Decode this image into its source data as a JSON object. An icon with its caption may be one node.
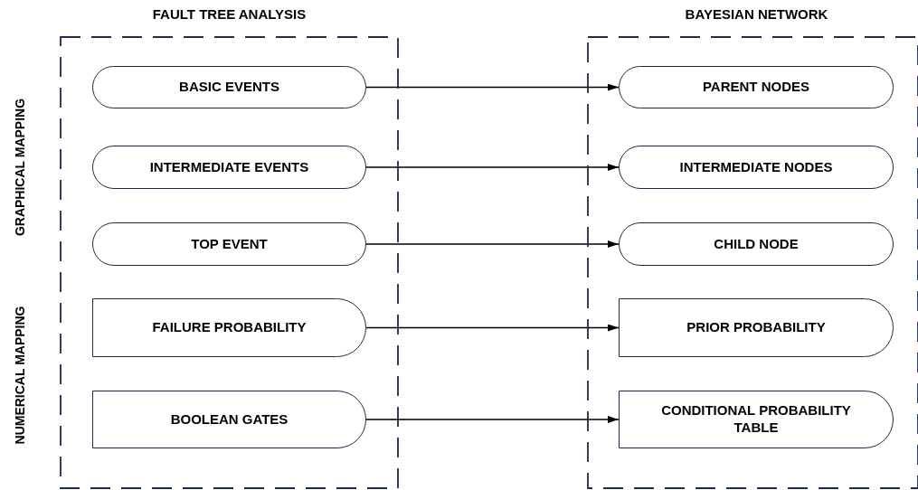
{
  "diagram": {
    "nodes": [
      {
        "text": [
          "FAULT TREE ANALYSIS"
        ]
      },
      {
        "text": [
          "BASIC EVENTS"
        ],
        "in": 0
      },
      {
        "text": [
          "INTERMEDIATE EVENTS"
        ],
        "in": 0
      },
      {
        "text": [
          "TOP EVENT"
        ],
        "in": 0
      },
      {
        "text": [
          "FAILURE PROBABILITY"
        ],
        "in": 0
      },
      {
        "text": [
          "BOOLEAN GATES"
        ],
        "in": 0
      },
      {
        "text": [
          "BAYESIAN NETWORK"
        ]
      },
      {
        "text": [
          "PARENT NODES"
        ],
        "in": 6
      },
      {
        "text": [
          "INTERMEDIATE NODES"
        ],
        "in": 6
      },
      {
        "text": [
          "CHILD NODE"
        ],
        "in": 6
      },
      {
        "text": [
          "PRIOR PROBABILITY"
        ],
        "in": 6
      },
      {
        "text": [
          "CONDITIONAL PROBABILITY TABLE"
        ],
        "in": 6
      }
    ],
    "edges": [
      {
        "from": 1,
        "to": 7,
        "arrow": "to"
      },
      {
        "from": 2,
        "to": 8,
        "arrow": "to"
      },
      {
        "from": 3,
        "to": 9,
        "arrow": "to"
      },
      {
        "from": 4,
        "to": 10,
        "arrow": "to"
      },
      {
        "from": 5,
        "to": 11,
        "arrow": "to"
      }
    ],
    "labels": [
      "GRAPHICAL MAPPING",
      "NUMERICAL MAPPING"
    ]
  }
}
